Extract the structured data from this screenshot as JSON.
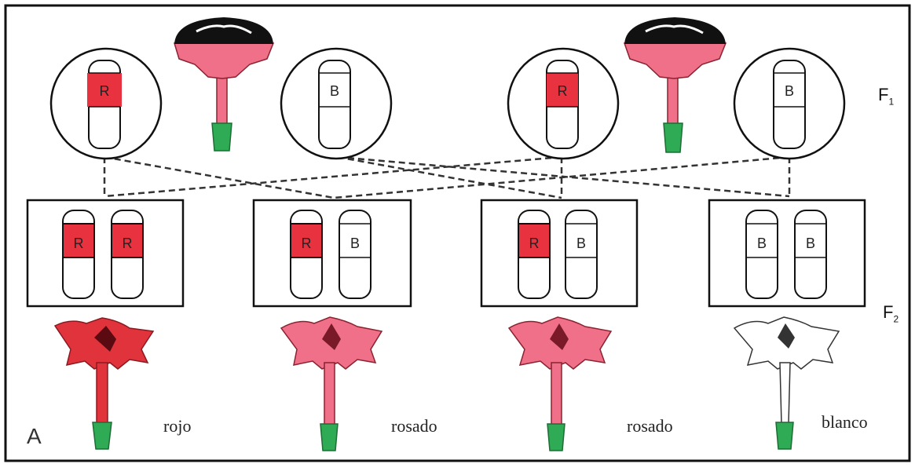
{
  "labels": {
    "f1_main": "F",
    "f1_sub": "1",
    "f2_main": "F",
    "f2_sub": "2",
    "panel": "A"
  },
  "alleles": {
    "red": "R",
    "white": "B"
  },
  "f2_colors": [
    "rojo",
    "rosado",
    "rosado",
    "blanco"
  ],
  "colors": {
    "red_allele": "#e8323f",
    "red_flower": "#e0333c",
    "pink_flower": "#ef7088",
    "white_flower": "#ffffff",
    "stem_green": "#2faa55",
    "frame": "#111111",
    "line": "#333333"
  }
}
